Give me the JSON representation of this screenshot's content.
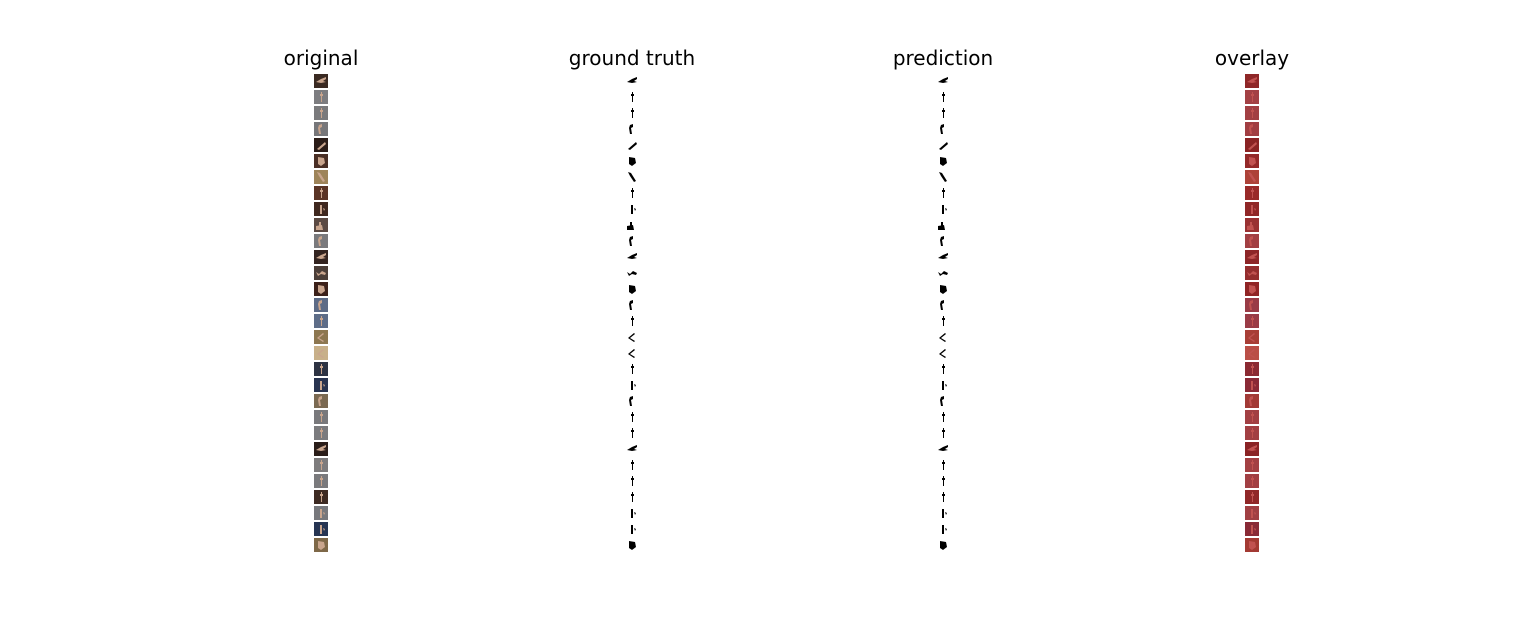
{
  "titles": {
    "original": "original",
    "ground_truth": "ground truth",
    "prediction": "prediction",
    "overlay": "overlay"
  },
  "colors": {
    "text": "#000000",
    "mask_fg": "#000000",
    "mask_bg": "#ffffff",
    "overlay_tint": "#b3262b"
  },
  "thumbnails": [
    {
      "bg": "#3a2a22",
      "shape": "claw"
    },
    {
      "bg": "#7d7d80",
      "shape": "stick"
    },
    {
      "bg": "#7a7a7c",
      "shape": "stick"
    },
    {
      "bg": "#77777a",
      "shape": "curl"
    },
    {
      "bg": "#2a1c17",
      "shape": "slant"
    },
    {
      "bg": "#4a2f25",
      "shape": "fist"
    },
    {
      "bg": "#9e8459",
      "shape": "diag"
    },
    {
      "bg": "#5a3426",
      "shape": "stick"
    },
    {
      "bg": "#3f281f",
      "shape": "pinch"
    },
    {
      "bg": "#5b4a43",
      "shape": "low"
    },
    {
      "bg": "#7a7a7d",
      "shape": "curl"
    },
    {
      "bg": "#332420",
      "shape": "claw"
    },
    {
      "bg": "#4b3e38",
      "shape": "wave"
    },
    {
      "bg": "#3c211a",
      "shape": "fist"
    },
    {
      "bg": "#5d6b86",
      "shape": "curl"
    },
    {
      "bg": "#5e6d88",
      "shape": "stick"
    },
    {
      "bg": "#8d7750",
      "shape": "angle"
    },
    {
      "bg": "#c8b089",
      "shape": "angle"
    },
    {
      "bg": "#2d3343",
      "shape": "stick"
    },
    {
      "bg": "#293450",
      "shape": "pinch"
    },
    {
      "bg": "#7b6a52",
      "shape": "curl"
    },
    {
      "bg": "#79797c",
      "shape": "stick"
    },
    {
      "bg": "#7b7b7e",
      "shape": "stick"
    },
    {
      "bg": "#2a1d19",
      "shape": "claw"
    },
    {
      "bg": "#7e7c7d",
      "shape": "stick"
    },
    {
      "bg": "#7a7a7d",
      "shape": "stick"
    },
    {
      "bg": "#3d2a22",
      "shape": "stick"
    },
    {
      "bg": "#77787c",
      "shape": "pinch"
    },
    {
      "bg": "#263553",
      "shape": "pinch"
    },
    {
      "bg": "#7e6848",
      "shape": "fist"
    }
  ]
}
